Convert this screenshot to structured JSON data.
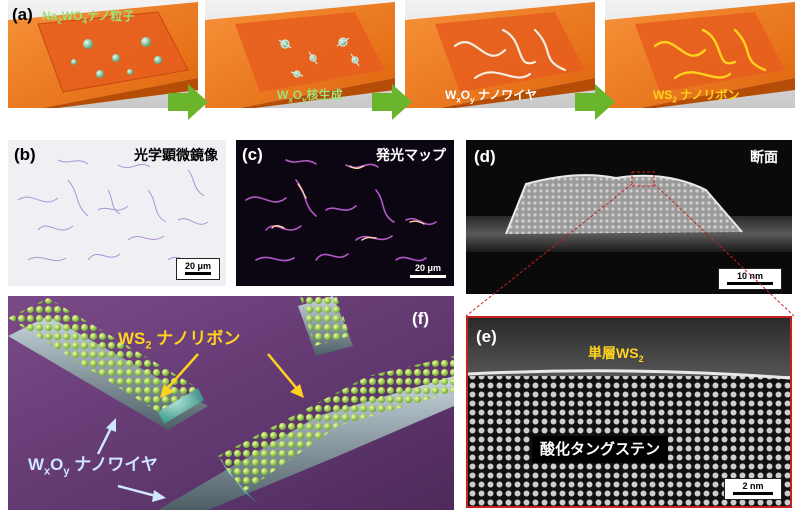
{
  "panel_a": {
    "label": "(a)",
    "step1": {
      "prefix": "Na",
      "sub1": "2",
      "mid": "WO",
      "sub2": "4",
      "suffix": "ナノ粒子"
    },
    "step2": {
      "prefix": "W",
      "sub1": "x",
      "mid": "O",
      "sub2": "y",
      "suffix": "核生成"
    },
    "step3": {
      "prefix": "W",
      "sub1": "x",
      "mid": "O",
      "sub2": "y",
      "suffix": " ナノワイヤ"
    },
    "step4": {
      "prefix": "WS",
      "sub1": "2",
      "suffix": " ナノリボン"
    }
  },
  "panel_b": {
    "label": "(b)",
    "title": "光学顕微鏡像",
    "scale": "20 μm"
  },
  "panel_c": {
    "label": "(c)",
    "title": "発光マップ",
    "scale": "20 μm"
  },
  "panel_d": {
    "label": "(d)",
    "title": "断面",
    "scale": "10 nm"
  },
  "panel_e": {
    "label": "(e)",
    "layer": {
      "prefix": "単層WS",
      "sub": "2"
    },
    "core": "酸化タングステン",
    "scale": "2 nm"
  },
  "panel_f": {
    "label": "(f)",
    "ribbon": {
      "prefix": "WS",
      "sub": "2",
      "suffix": " ナノリボン"
    },
    "wire": {
      "prefix": "W",
      "sub1": "x",
      "mid": "O",
      "sub2": "y",
      "suffix": " ナノワイヤ"
    }
  },
  "colors": {
    "orange_substrate": "#f07a18",
    "green_text": "#9ee07a",
    "yellow_text": "#ffd21e",
    "arrow_green": "#6bb52c",
    "frame_red": "#c8201e",
    "purple_bg": "#6b3d78"
  }
}
